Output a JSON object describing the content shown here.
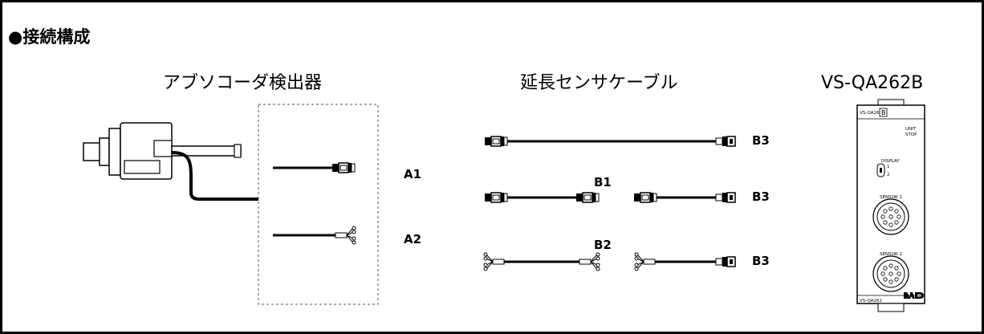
{
  "header": {
    "title": "●接続構成"
  },
  "sections": {
    "encoder": "アブソコーダ検出器",
    "extension": "延長センサケーブル",
    "unit": "VS-QA262B"
  },
  "cable_labels": {
    "a1": "A1",
    "a2": "A2",
    "b1": "B1",
    "b2": "B2",
    "b3_top": "B3",
    "b3_mid": "B3",
    "b3_bot": "B3"
  },
  "unit_panel": {
    "model_top": "VS-QA262",
    "model_badge": "B",
    "unit_stop_line1": "UNIT",
    "unit_stop_line2": "STOP",
    "display_label": "DISPLAY",
    "display_pos1": "1",
    "display_pos2": "2",
    "sensor1": "SENSOR 1",
    "sensor2": "SENSOR 2",
    "model_bottom": "VS-QA262",
    "logo": "NAD"
  },
  "colors": {
    "line": "#000000",
    "background": "#ffffff"
  }
}
